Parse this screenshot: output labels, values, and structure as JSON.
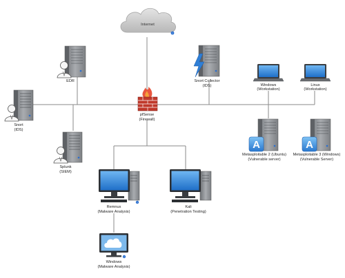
{
  "title": "",
  "colors": {
    "line": "#8a8a8a",
    "cloud": "#cfcfcf",
    "server": "#8c8f93",
    "screen": "#2f7fd6",
    "badge": "#2a6fd0",
    "firewall": "#c0392b"
  },
  "nodes": {
    "internet": {
      "name": "Internet",
      "icon": "cloud-icon"
    },
    "edr": {
      "name": "EDR",
      "icon": "server-user-icon"
    },
    "snort_collector": {
      "name": "Snort Collector",
      "role": "(IDS)",
      "icon": "server-lightning-icon"
    },
    "snort": {
      "name": "Snort",
      "role": "(IDS)",
      "icon": "server-user-icon"
    },
    "splunk": {
      "name": "Splunk",
      "role": "(SIEM)",
      "icon": "server-user-icon"
    },
    "pfsense": {
      "name": "pfSense",
      "role": "(Firewall)",
      "icon": "firewall-icon"
    },
    "windows_ws": {
      "name": "Windows",
      "role": "(Workstation)",
      "icon": "laptop-icon"
    },
    "linux_ws": {
      "name": "Linux",
      "role": "(Workstation)",
      "icon": "laptop-icon"
    },
    "metasploitable2": {
      "name": "Metasploitable 2 (Ubuntu)",
      "role": "(Vulnerable server)",
      "icon": "server-app-icon"
    },
    "metasploitable3": {
      "name": "Metasploitable 3 (Windows)",
      "role": "(Vulnerable Server)",
      "icon": "server-app-icon"
    },
    "remnux": {
      "name": "Remnux",
      "role": "(Malware Analysis)",
      "icon": "desktop-icon"
    },
    "kali": {
      "name": "Kali",
      "role": "(Penetration Testing)",
      "icon": "desktop-icon"
    },
    "windows_ma": {
      "name": "Windows",
      "role": "(Malware Analysis)",
      "icon": "cloud-monitor-icon"
    }
  }
}
